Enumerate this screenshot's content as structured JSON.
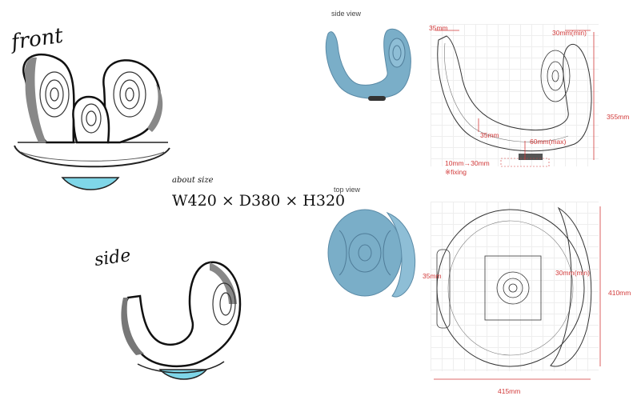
{
  "sketch": {
    "front_label": "front",
    "side_label": "side",
    "size_title": "about size",
    "size_value": "W420 × D380 × H320"
  },
  "side_view": {
    "title": "side view",
    "dims": {
      "top_left": "35mm",
      "top_right": "30mm(min)",
      "height": "355mm",
      "inner": "35mm",
      "base_height": "60mm(max)",
      "fix_range": "10mm→30mm",
      "fix_note": "※fixing"
    }
  },
  "top_view": {
    "title": "top view",
    "dims": {
      "left": "35mm",
      "right": "30mm(min)",
      "depth": "410mm",
      "width": "415mm"
    }
  },
  "colors": {
    "model_blue": "#7aaec8",
    "dim_red": "#d23a3a",
    "accent_cyan": "#7fd6e8"
  }
}
